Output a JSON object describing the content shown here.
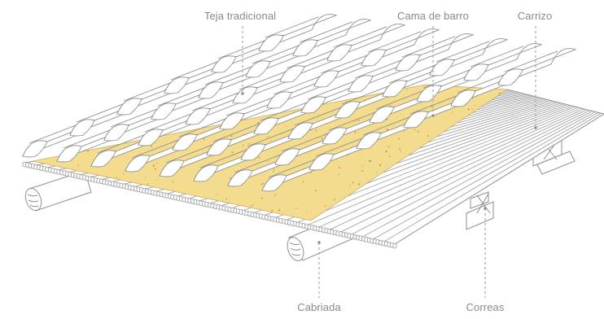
{
  "labels": {
    "tile": "Teja tradicional",
    "clay_bed": "Cama de barro",
    "reed": "Carrizo",
    "truss": "Cabriada",
    "purlins": "Correas"
  },
  "colors": {
    "clay_bed": "#f3dc8e",
    "clay_speckle": "#b59a4a",
    "line": "#8f8f8f",
    "label_text": "#8a8a8a",
    "background": "#ffffff"
  }
}
